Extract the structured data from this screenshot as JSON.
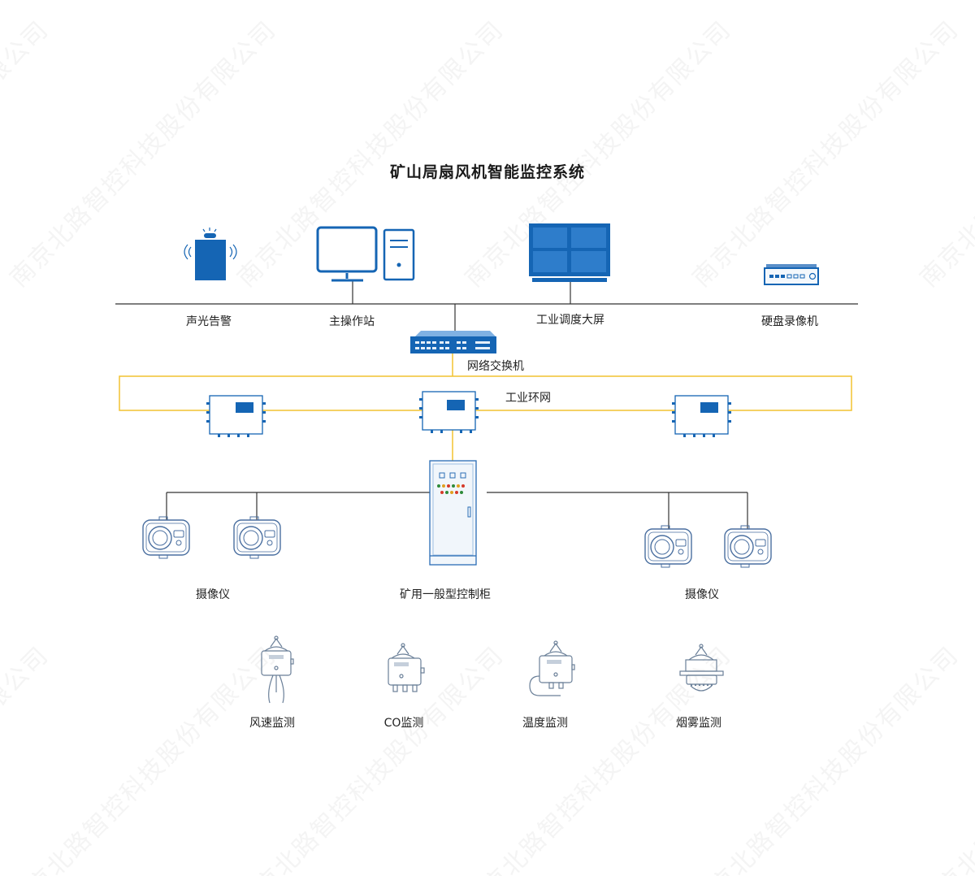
{
  "title": "矿山局扇风机智能监控系统",
  "watermark": "南京北路智控科技股份有限公司",
  "nodes": {
    "alarm": "声光告警",
    "workstation": "主操作站",
    "display_wall": "工业调度大屏",
    "nvr": "硬盘录像机",
    "switch": "网络交换机",
    "ring": "工业环网",
    "cameras_left": "摄像仪",
    "cabinet": "矿用一般型控制柜",
    "cameras_right": "摄像仪",
    "wind_speed": "风速监测",
    "co": "CO监测",
    "temperature": "温度监测",
    "smoke": "烟雾监测"
  },
  "colors": {
    "device_blue": "#1565b4",
    "line": "#333333",
    "ring": "#f2c230",
    "feeder": "#f2c230",
    "camera_stroke": "#4a6fa0",
    "sensor_stroke": "#6a7f98"
  }
}
